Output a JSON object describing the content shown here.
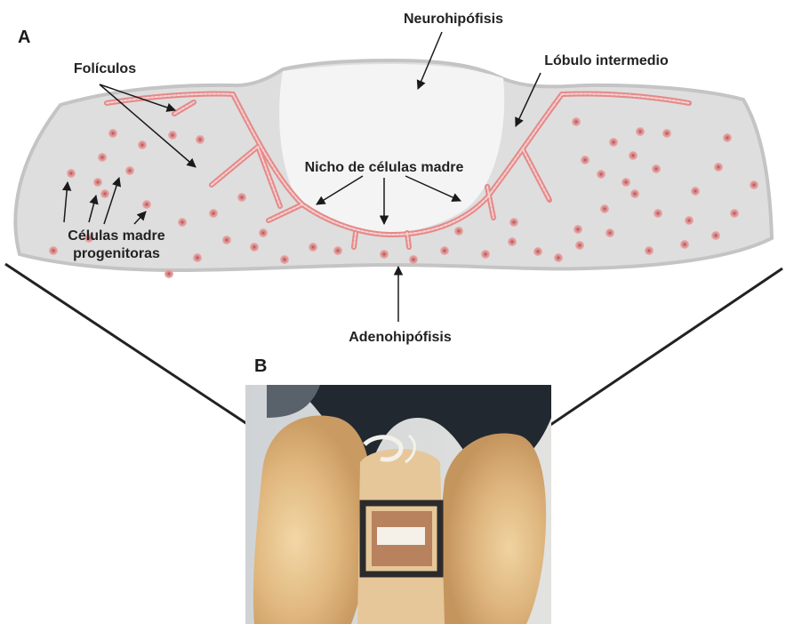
{
  "panels": {
    "a": "A",
    "b": "B"
  },
  "labels": {
    "neurohipofisis": "Neurohipófisis",
    "lobulo_intermedio": "Lóbulo intermedio",
    "foliculos": "Folículos",
    "nicho": "Nicho de células madre",
    "celulas_line1": "Células madre",
    "celulas_line2": "progenitoras",
    "adenohipofisis": "Adenohipófisis"
  },
  "colors": {
    "gland_fill": "#dedede",
    "gland_stroke": "#c4c4c4",
    "neuro_fill": "#f4f4f4",
    "follicle": "#e07a7a",
    "cell": "#d99090",
    "connector": "#222222",
    "photo_frame": "#2b2b2b"
  }
}
